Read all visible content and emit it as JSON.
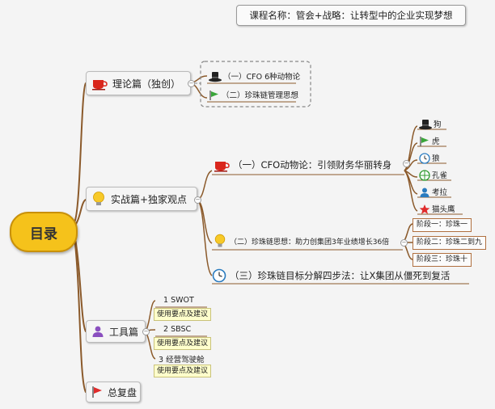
{
  "course_title": "课程名称：管会+战略：让转型中的企业实现梦想",
  "root": {
    "label": "目录"
  },
  "branches": {
    "theory": {
      "label": "理论篇（独创）",
      "icon": "teacup-icon",
      "children": [
        {
          "label": "（一）CFO 6种动物论",
          "icon": "hat-icon"
        },
        {
          "label": "（二）珍珠链管理思想",
          "icon": "flag-icon"
        }
      ]
    },
    "practice": {
      "label": "实战篇+独家观点",
      "icon": "lightbulb-icon",
      "cfo": {
        "label": "（一）CFO动物论：引领财务华丽转身",
        "icon": "teacup-icon",
        "animals": [
          {
            "label": "狗",
            "icon": "hat-icon"
          },
          {
            "label": "虎",
            "icon": "flag-icon"
          },
          {
            "label": "狼",
            "icon": "clock-icon"
          },
          {
            "label": "孔雀",
            "icon": "target-icon"
          },
          {
            "label": "考拉",
            "icon": "person-icon"
          },
          {
            "label": "猫头鹰",
            "icon": "star-icon"
          }
        ]
      },
      "pearl": {
        "label": "（二）珍珠链思想：助力创集团3年业绩增长36倍",
        "icon": "lightbulb-icon",
        "stages": [
          {
            "label": "阶段一：珍珠一"
          },
          {
            "label": "阶段二：珍珠二到九"
          },
          {
            "label": "阶段三：珍珠十"
          }
        ]
      },
      "goal": {
        "label": "（三）珍珠链目标分解四步法：让X集团从僵死到复活",
        "icon": "clock-icon"
      }
    },
    "tools": {
      "label": "工具篇",
      "icon": "person-icon",
      "items": [
        {
          "label": "1 SWOT",
          "note": "使用要点及建议"
        },
        {
          "label": "2 SBSC",
          "note": "使用要点及建议"
        },
        {
          "label": "3 经营驾驶舱",
          "note": "使用要点及建议"
        }
      ]
    },
    "review": {
      "label": "总复盘",
      "icon": "red-flag-icon"
    }
  },
  "colors": {
    "line": "#8b5a2b",
    "root_fill": "#f5c21b",
    "root_border": "#c8900a",
    "note_fill": "#ffffcc"
  }
}
